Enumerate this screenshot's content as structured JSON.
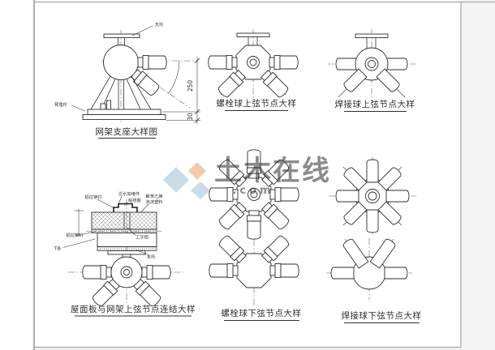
{
  "sheet": {
    "bg": "#ffffff",
    "frame_color": "#9b9b9b",
    "line_color": "#2e2e2e"
  },
  "watermark": {
    "brand": "土木在线",
    "suffix": ".com",
    "blue": "#9fc0d6",
    "orange": "#eba269"
  },
  "support": {
    "title": "网架支座大样图",
    "bracket": "支托",
    "embed": "预埋件",
    "dim_height": "250",
    "dim_plate": "30"
  },
  "bolt_upper": {
    "title": "螺栓球上弦节点大样"
  },
  "weld_upper": {
    "title": "焊接球上弦节点大样"
  },
  "roof": {
    "title": "屋面板与网架上弦节点连结大样",
    "rivet_top": "铝拉铆钉",
    "flashing": "泛水加堵件",
    "glue": "粘结胶",
    "foam_line1": "聚苯乙烯",
    "foam_line2": "泡沫塑料",
    "rivet_left": "铝拉铆钉",
    "i_alu": "工字铝",
    "t_bar": "T条",
    "bracket": "支托"
  },
  "bolt_lower": {
    "title": "螺栓球下弦节点大样"
  },
  "weld_lower": {
    "title": "焊接球下弦节点大样"
  }
}
